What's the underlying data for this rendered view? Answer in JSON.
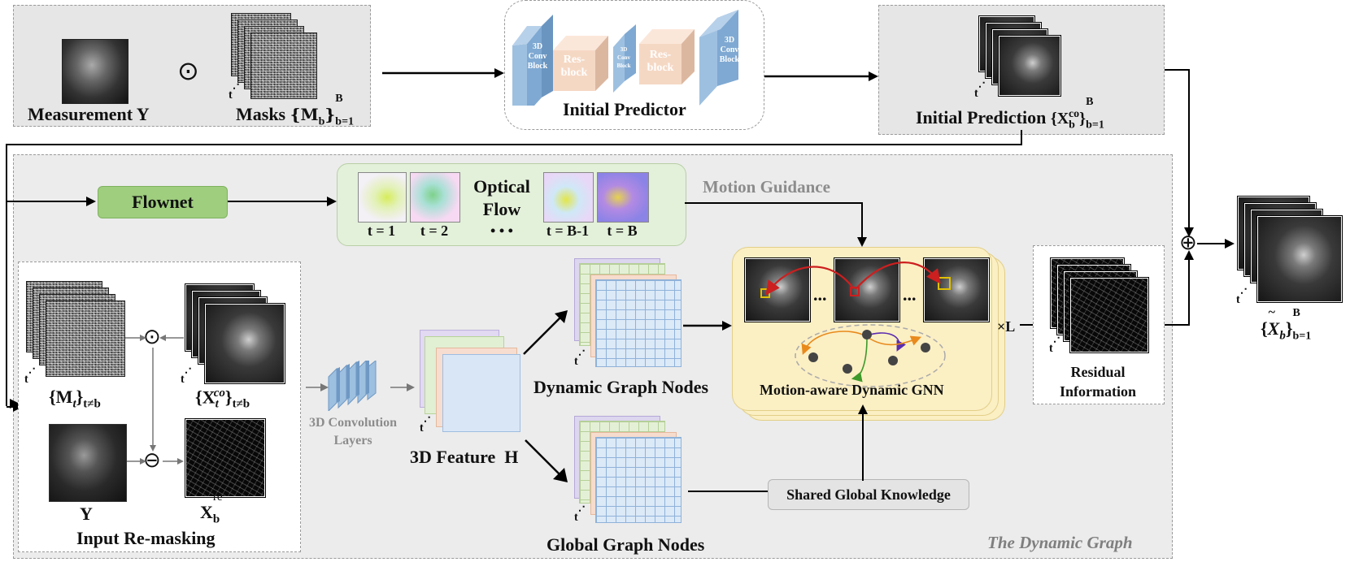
{
  "top": {
    "measurement_label": "Measurement Y",
    "operator_symbol": "⊙",
    "masks_label": "Masks",
    "masks_set": "{M",
    "masks_sub": "b",
    "masks_close": "}",
    "masks_sup": "B",
    "masks_range": "b=1",
    "time_axis": "t",
    "initial_predictor": {
      "title": "Initial Predictor",
      "conv_block_1": "3D Conv Block",
      "resblock_1": "Res-block",
      "conv_block_2": "3D Conv Block",
      "resblock_2": "Res-block",
      "conv_block_3": "3D Conv Block"
    },
    "initial_prediction_label": "Initial Prediction",
    "initial_prediction_set": "{X",
    "initial_prediction_sup_inner": "co",
    "initial_prediction_sub": "b",
    "initial_prediction_close": "}",
    "initial_prediction_sup": "B",
    "initial_prediction_range": "b=1"
  },
  "dynamic_graph": {
    "title": "The Dynamic Graph",
    "flownet_label": "Flownet",
    "optical_flow_title": "Optical Flow",
    "flow_frames": [
      "t = 1",
      "t = 2",
      "t = B-1",
      "t = B"
    ],
    "flow_ellipsis": "• • •",
    "motion_guidance_label": "Motion Guidance",
    "input_remasking": {
      "title": "Input Re-masking",
      "masks_set": "{M",
      "masks_sub_italic": "t",
      "masks_close": "}",
      "masks_cond": "t≠b",
      "xco_set": "{X",
      "xco_sub_italic": "t",
      "xco_sup_italic": "co",
      "xco_close": "}",
      "xco_cond": "t≠b",
      "y_label": "Y",
      "xre_label": "X",
      "xre_sub": "b",
      "xre_sup": "re",
      "odot": "⊙",
      "ominus": "⊖"
    },
    "conv_layers_label": "3D Convolution Layers",
    "feature_label": "3D Feature",
    "feature_symbol": "H",
    "dynamic_nodes_label": "Dynamic Graph Nodes",
    "global_nodes_label": "Global Graph Nodes",
    "gnn_label": "Motion-aware Dynamic GNN",
    "gnn_ellipsis_1": "...",
    "gnn_ellipsis_2": "...",
    "times_L": "×L",
    "shared_knowledge_label": "Shared Global Knowledge",
    "residual_label_1": "Residual",
    "residual_label_2": "Information"
  },
  "output": {
    "plus_symbol": "⊕",
    "label_set": "{",
    "label_var": "X",
    "label_sub": "b",
    "label_close": "}",
    "label_sup": "B",
    "label_range": "b=1"
  },
  "colors": {
    "flownet_green": "#9fce7e",
    "motion_panel_bg": "#e3f0da",
    "gnn_panel_bg": "#fbefc4",
    "conv_blue": "#9ec0e0",
    "resblock_pink": "#f5d8c4",
    "arrow_red": "#cc1f1f",
    "arrow_orange": "#e88a1c",
    "arrow_purple": "#5a2bb0",
    "arrow_green": "#3e9a2b"
  }
}
